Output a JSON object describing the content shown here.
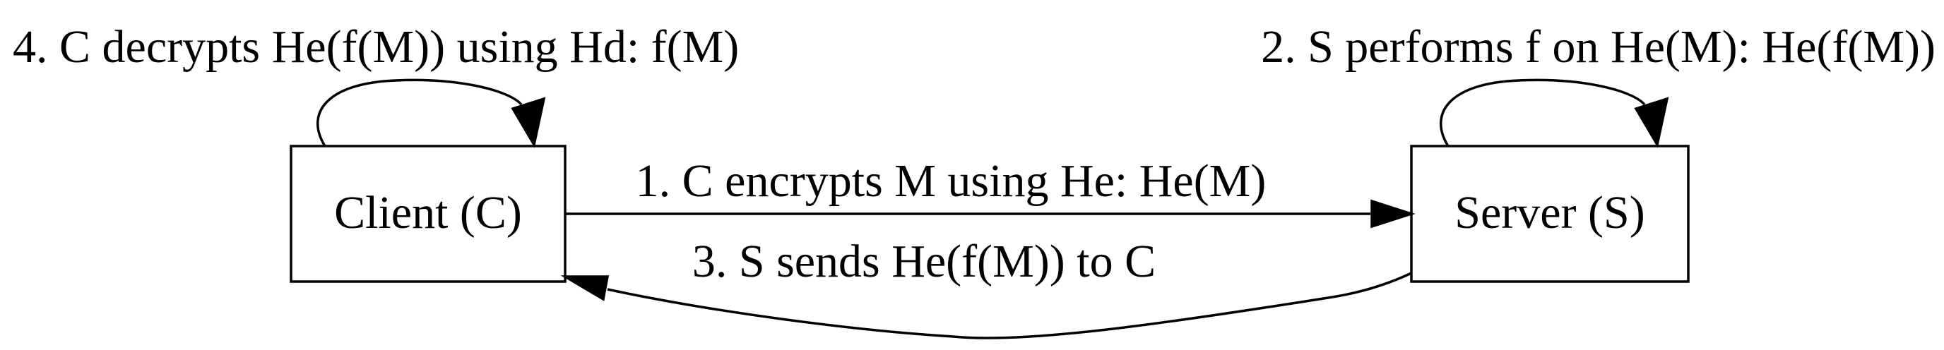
{
  "nodes": {
    "client": {
      "label": "Client (C)"
    },
    "server": {
      "label": "Server (S)"
    }
  },
  "edges": {
    "step1": {
      "label": "1. C encrypts M using He: He(M)"
    },
    "step2": {
      "label": "2. S performs f on He(M): He(f(M))"
    },
    "step3": {
      "label": "3. S sends He(f(M)) to C"
    },
    "step4": {
      "label": "4. C decrypts He(f(M)) using Hd: f(M)"
    }
  }
}
